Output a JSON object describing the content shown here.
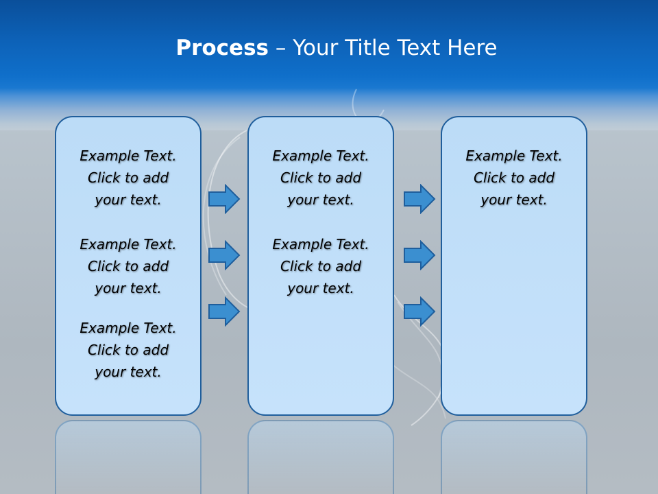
{
  "slide": {
    "title_bold": "Process",
    "title_rest": " – Your Title Text Here"
  },
  "columns": [
    {
      "blocks": [
        {
          "line1": "Example Text.",
          "line2": "Click  to add",
          "line3": "your text."
        },
        {
          "line1": "Example Text.",
          "line2": "Click  to add",
          "line3": "your text."
        },
        {
          "line1": "Example Text.",
          "line2": "Click  to add",
          "line3": "your text."
        }
      ]
    },
    {
      "blocks": [
        {
          "line1": "Example Text.",
          "line2": "Click  to add",
          "line3": "your text."
        },
        {
          "line1": "Example Text.",
          "line2": "Click  to add",
          "line3": "your text."
        }
      ]
    },
    {
      "blocks": [
        {
          "line1": "Example Text.",
          "line2": "Click  to add",
          "line3": "your text."
        }
      ]
    }
  ],
  "icons": {
    "arrow": "right-arrow-icon"
  },
  "colors": {
    "header_blue": "#0f6fca",
    "box_fill": "#c6e2fb",
    "box_border": "#1f5e9c",
    "arrow_fill": "#3b8fd0",
    "arrow_border": "#1f5e9c"
  }
}
